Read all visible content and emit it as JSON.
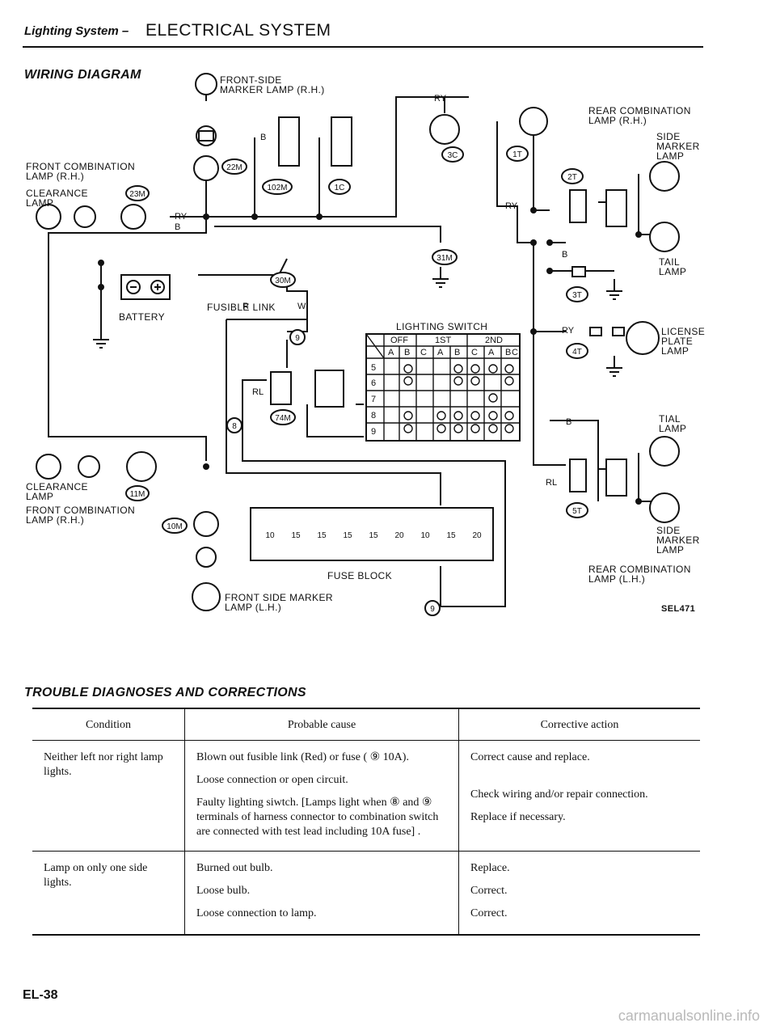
{
  "header": {
    "section": "Lighting System –",
    "chapter": "ELECTRICAL SYSTEM"
  },
  "diagram": {
    "title": "WIRING DIAGRAM",
    "code": "SEL471",
    "labels": {
      "front_side_marker_rh": "FRONT-SIDE\nMARKER LAMP (R.H.)",
      "front_combination_rh_top": "FRONT COMBINATION\nLAMP (R.H.)",
      "clearance_top": "CLEARANCE\nLAMP",
      "battery": "BATTERY",
      "fusible_link": "FUSIBLE LINK",
      "lighting_switch": "LIGHTING SWITCH",
      "clearance_bottom": "CLEARANCE\nLAMP",
      "front_combination_bottom": "FRONT COMBINATION\nLAMP (R.H.)",
      "fuse_block": "FUSE BLOCK",
      "front_side_marker_lh": "FRONT SIDE MARKER\nLAMP (L.H.)",
      "rear_combination_rh": "REAR COMBINATION\nLAMP (R.H.)",
      "side_marker_top": "SIDE\nMARKER\nLAMP",
      "tail_lamp": "TAIL\nLAMP",
      "license_plate": "LICENSE\nPLATE\nLAMP",
      "tial_lamp": "TIAL\nLAMP",
      "side_marker_bottom": "SIDE\nMARKER\nLAMP",
      "rear_combination_lh": "REAR COMBINATION\nLAMP (L.H.)"
    },
    "connectors": [
      "22M",
      "23M",
      "102M",
      "1C",
      "3C",
      "1T",
      "2T",
      "31M",
      "30M",
      "3T",
      "4T",
      "74M",
      "11M",
      "10M",
      "5T",
      "8",
      "9",
      "9"
    ],
    "wire_colors": [
      "B",
      "RY",
      "RY",
      "B",
      "R",
      "W",
      "RL",
      "RY",
      "B",
      "RY",
      "B",
      "RL"
    ],
    "switch_table": {
      "positions": [
        "OFF",
        "1ST",
        "2ND"
      ],
      "columns": [
        "A",
        "B",
        "C",
        "A",
        "B",
        "C",
        "A",
        "B",
        "C"
      ],
      "rows": [
        "5",
        "6",
        "7",
        "8",
        "9"
      ]
    },
    "fuse_values": [
      "10",
      "15",
      "15",
      "15",
      "15",
      "20",
      "10",
      "15",
      "20"
    ]
  },
  "trouble": {
    "title": "TROUBLE DIAGNOSES AND CORRECTIONS",
    "headers": [
      "Condition",
      "Probable cause",
      "Corrective action"
    ],
    "groups": [
      {
        "condition": "Neither left nor right lamp lights.",
        "causes": [
          "Blown out fusible link (Red) or fuse ( ⑨ 10A).",
          "Loose connection or open circuit.",
          "Faulty lighting siwtch. [Lamps light when ⑧ and ⑨ terminals of harness connector to combination switch are connected with test lead including 10A fuse] ."
        ],
        "actions": [
          "Correct cause and replace.",
          "Check wiring and/or repair connection.",
          "Replace if necessary."
        ]
      },
      {
        "condition": "Lamp on only one side lights.",
        "causes": [
          "Burned out bulb.",
          "Loose bulb.",
          "Loose connection to lamp."
        ],
        "actions": [
          "Replace.",
          "Correct.",
          "Correct."
        ]
      }
    ]
  },
  "footer": {
    "page": "EL-38",
    "watermark": "carmanualsonline.info"
  }
}
